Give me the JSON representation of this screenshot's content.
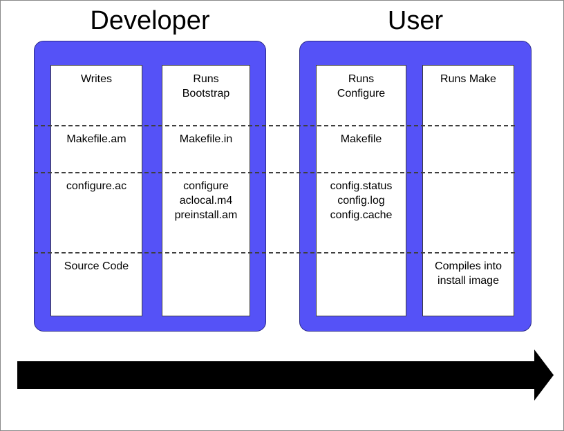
{
  "diagram": {
    "title_developer": "Developer",
    "title_user": "User",
    "accent_color": "#5552F7",
    "arrow_color": "#000000",
    "divider_color": "#3F3F3F"
  },
  "groups": [
    {
      "id": "developer",
      "title": "Developer",
      "columns": [
        {
          "id": "writes",
          "cells": [
            "Writes",
            "Makefile.am",
            "configure.ac",
            "Source Code"
          ]
        },
        {
          "id": "bootstrap",
          "cells": [
            "Runs\nBootstrap",
            "Makefile.in",
            "configure\naclocal.m4\npreinstall.am",
            ""
          ]
        }
      ]
    },
    {
      "id": "user",
      "title": "User",
      "columns": [
        {
          "id": "configure",
          "cells": [
            "Runs\nConfigure",
            "Makefile",
            "config.status\nconfig.log\nconfig.cache",
            ""
          ]
        },
        {
          "id": "make",
          "cells": [
            "Runs Make",
            "",
            "",
            "Compiles into\ninstall image"
          ]
        }
      ]
    }
  ],
  "arrow": {
    "name": "time-flow-arrow",
    "direction": "right"
  }
}
